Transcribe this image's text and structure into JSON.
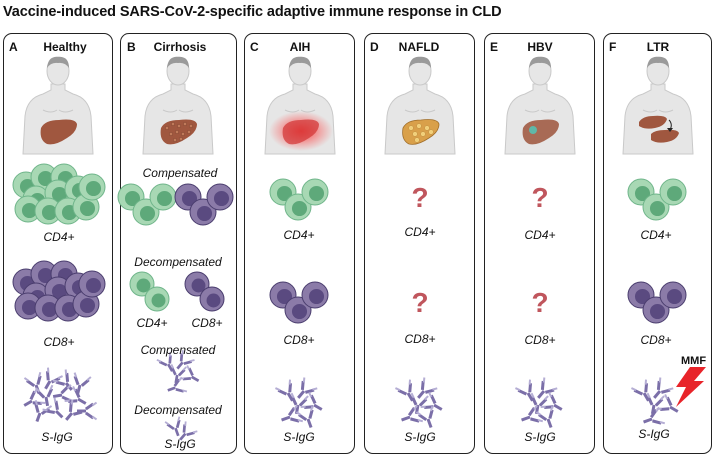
{
  "title": "Vaccine-induced SARS-CoV-2-specific adaptive immune response in CLD",
  "panels": [
    {
      "letter": "A",
      "name": "Healthy"
    },
    {
      "letter": "B",
      "name": "Cirrhosis"
    },
    {
      "letter": "C",
      "name": "AIH"
    },
    {
      "letter": "D",
      "name": "NAFLD"
    },
    {
      "letter": "E",
      "name": "HBV"
    },
    {
      "letter": "F",
      "name": "LTR"
    }
  ],
  "labels": {
    "cd4": "CD4+",
    "cd8": "CD8+",
    "sigg": "S-IgG",
    "compensated": "Compensated",
    "decompensated": "Decompensated",
    "question": "?",
    "mmf": "MMF"
  },
  "colors": {
    "cd4_cell": "#a8d8b4",
    "cd4_nucleus": "#5ea97a",
    "cd8_cell": "#8b7ba8",
    "cd8_nucleus": "#5a4a80",
    "antibody": "#7b6fa8",
    "liver": "#a0573f",
    "question": "#c0565d",
    "lightning": "#e8242a"
  }
}
